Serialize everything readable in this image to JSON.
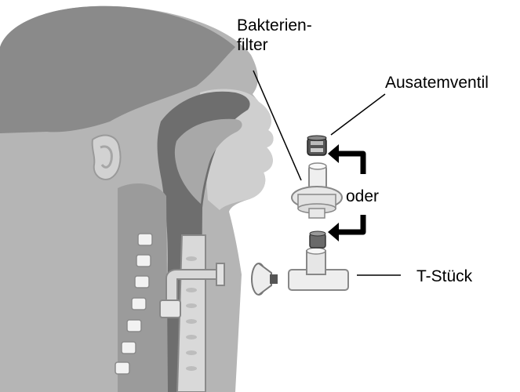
{
  "labels": {
    "bacterial_filter_line1": "Bakterien-",
    "bacterial_filter_line2": "filter",
    "exhalation_valve": "Ausatemventil",
    "or": "oder",
    "t_piece": "T-Stück"
  },
  "colors": {
    "head_dark": "#8a8a8a",
    "head_mid": "#b4b4b4",
    "head_light": "#cfcfcf",
    "airway_dark": "#6e6e6e",
    "cartilage": "#f2f2f2",
    "device_clear": "#eaeaea",
    "arrow": "#000000"
  }
}
